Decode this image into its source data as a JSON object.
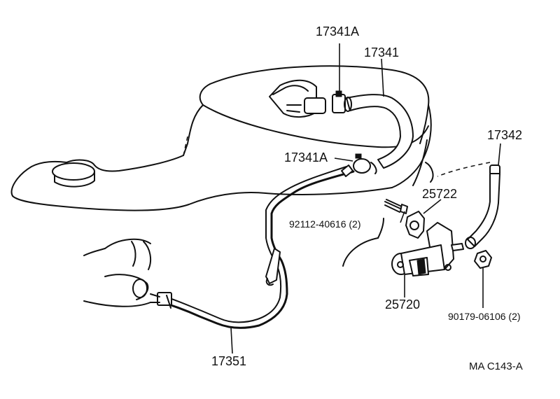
{
  "callouts": {
    "hose_clip_top": "17341A",
    "hose_main": "17341",
    "hose_clip_lower": "17341A",
    "hose_right": "17342",
    "bracket": "25722",
    "bolt": "92112-40616 (2)",
    "valve": "25720",
    "nut": "90179-06106 (2)",
    "pipe": "17351"
  },
  "figure_code": "MA C143-A"
}
